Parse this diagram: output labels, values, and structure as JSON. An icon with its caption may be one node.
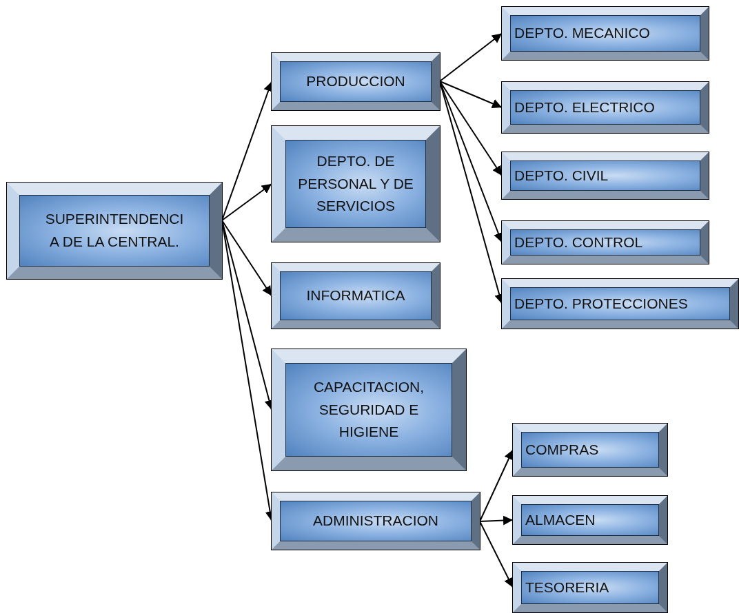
{
  "diagram": {
    "nodes": [
      {
        "text": [
          "SUPERINTENDENCI A DE LA CENTRAL."
        ]
      },
      {
        "text": [
          "PRODUCCION"
        ]
      },
      {
        "text": [
          "DEPTO. DE PERSONAL Y DE SERVICIOS"
        ]
      },
      {
        "text": [
          "INFORMATICA"
        ]
      },
      {
        "text": [
          "CAPACITACION, SEGURIDAD E HIGIENE"
        ]
      },
      {
        "text": [
          "ADMINISTRACION"
        ]
      },
      {
        "text": [
          "DEPTO. MECANICO"
        ]
      },
      {
        "text": [
          "DEPTO. ELECTRICO"
        ]
      },
      {
        "text": [
          "DEPTO. CIVIL"
        ]
      },
      {
        "text": [
          "DEPTO. CONTROL"
        ]
      },
      {
        "text": [
          "DEPTO. PROTECCIONES"
        ]
      },
      {
        "text": [
          "COMPRAS"
        ]
      },
      {
        "text": [
          "ALMACEN"
        ]
      },
      {
        "text": [
          "TESORERIA"
        ]
      }
    ],
    "edges": [
      {
        "from": 0,
        "to": 1,
        "arrow": "to"
      },
      {
        "from": 0,
        "to": 2,
        "arrow": "to"
      },
      {
        "from": 0,
        "to": 3,
        "arrow": "to"
      },
      {
        "from": 0,
        "to": 4,
        "arrow": "to"
      },
      {
        "from": 0,
        "to": 5,
        "arrow": "to"
      },
      {
        "from": 1,
        "to": 6,
        "arrow": "to"
      },
      {
        "from": 1,
        "to": 7,
        "arrow": "to"
      },
      {
        "from": 1,
        "to": 8,
        "arrow": "to"
      },
      {
        "from": 1,
        "to": 9,
        "arrow": "to"
      },
      {
        "from": 1,
        "to": 10,
        "arrow": "to"
      },
      {
        "from": 5,
        "to": 11,
        "arrow": "to"
      },
      {
        "from": 5,
        "to": 12,
        "arrow": "to"
      },
      {
        "from": 5,
        "to": 13,
        "arrow": "to"
      }
    ]
  }
}
